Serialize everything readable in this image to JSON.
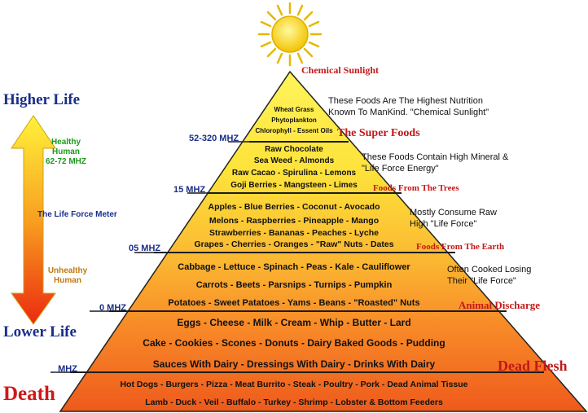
{
  "left_panel": {
    "top_label": "Higher Life",
    "healthy_label": [
      "Healthy",
      "Human",
      "62-72 MHZ"
    ],
    "meter_label": "The Life Force Meter",
    "unhealthy_label": [
      "Unhealthy",
      "Human"
    ],
    "bottom_label": "Lower Life",
    "death_label": "Death"
  },
  "apex": {
    "label": "Chemical Sunlight"
  },
  "tiers": [
    {
      "mhz": "",
      "name": "The Super Foods",
      "desc": [
        "These Foods Are The Highest Nutrition",
        "Known To ManKind. \"Chemical Sunlight\""
      ],
      "items": [
        "Wheat Grass",
        "Phytoplankton",
        "Chlorophyll - Essent Oils"
      ]
    },
    {
      "mhz": "52-320 MHZ",
      "name": "Foods From The Trees",
      "desc": [
        "These Foods Contain High Mineral &",
        "\"Life Force Energy\""
      ],
      "items": [
        "Raw Chocolate",
        "Sea Weed - Almonds",
        "Raw Cacao - Spirulina - Lemons",
        "Goji Berries - Mangsteen - Limes"
      ]
    },
    {
      "mhz": "15 MHZ",
      "name": "Foods From The Earth",
      "desc": [
        "Mostly Consume Raw",
        "High \"Life Force\""
      ],
      "items": [
        "Apples - Blue Berries - Coconut - Avocado",
        "Melons - Raspberries - Pineapple - Mango",
        "Strawberries - Bananas - Peaches - Lyche",
        "Grapes - Cherries - Oranges - \"Raw\" Nuts - Dates"
      ]
    },
    {
      "mhz": "05 MHZ",
      "name": "Animal Discharge",
      "desc": [
        "Often Cooked Losing",
        "Their \"Life Force\""
      ],
      "items": [
        "Cabbage - Lettuce - Spinach - Peas - Kale - Cauliflower",
        "Carrots - Beets - Parsnips - Turnips - Pumpkin",
        "Potatoes - Sweet Patatoes - Yams - Beans - \"Roasted\" Nuts"
      ]
    },
    {
      "mhz": "0 MHZ",
      "name": "Dead Flesh",
      "desc": [],
      "items": [
        "Eggs - Cheese - Milk - Cream - Whip - Butter - Lard",
        "Cake - Cookies - Scones - Donuts - Dairy Baked Goods - Pudding",
        "Sauces With Dairy - Dressings With Dairy - Drinks With Dairy"
      ]
    },
    {
      "mhz": "_MHZ",
      "name": "",
      "desc": [],
      "items": [
        "Hot Dogs - Burgers - Pizza - Meat Burrito - Steak - Poultry - Pork - Dead Animal Tissue",
        "Lamb - Duck - Veil - Buffalo - Turkey - Shrimp - Lobster & Bottom Feeders"
      ]
    }
  ],
  "colors": {
    "heading_blue": "#1a2f8a",
    "tier_red": "#c41818",
    "healthy_green": "#1c9a1c",
    "unhealthy_orange": "#c07a10",
    "sun_yellow": "#f5d000"
  }
}
